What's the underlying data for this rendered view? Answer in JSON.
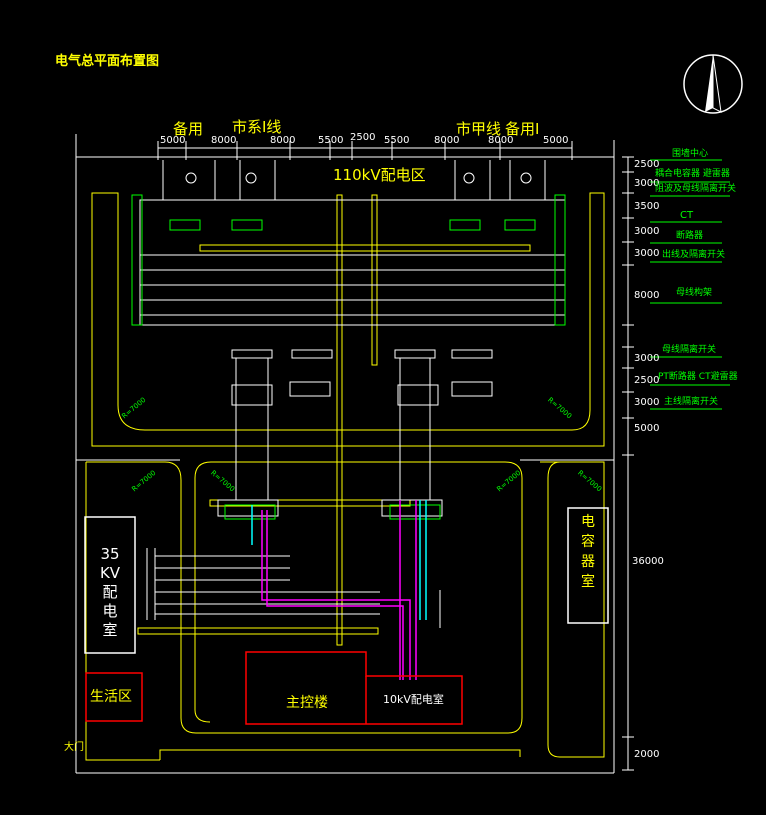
{
  "title": "电气总平面布置图",
  "zone_110kv": "110kV配电区",
  "lines_top": {
    "spare_left": "备用",
    "municipal_line_1": "市系Ⅰ线",
    "municipal_line_2": "市甲线",
    "spare_right": "备用Ⅰ"
  },
  "top_dimensions": [
    "5000",
    "8000",
    "8000",
    "5500",
    "2500",
    "5500",
    "8000",
    "8000",
    "5000"
  ],
  "right_dimensions": [
    "2500",
    "3000",
    "3500",
    "3000",
    "3000",
    "8000",
    "3000",
    "2500",
    "3000",
    "5000",
    "36000",
    "2000"
  ],
  "right_legend": [
    "围墙中心",
    "耦合电容器 避雷器",
    "阻波及母线隔离开关",
    "CT",
    "断路器",
    "出线及隔离开关",
    "母线构架",
    "母线隔离开关",
    "PT断路器 CT避雷器",
    "主线隔离开关"
  ],
  "radius_labels": [
    "R=7000",
    "R=7000",
    "R=7000",
    "R=7000",
    "R=7000",
    "R=7000"
  ],
  "room_35kv": [
    "35",
    "KV",
    "配",
    "电",
    "室"
  ],
  "room_capacitor": [
    "电",
    "容",
    "器",
    "室"
  ],
  "living_area": "生活区",
  "main_control": "主控楼",
  "room_10kv": "10kV配电室",
  "gate": "大门",
  "colors": {
    "background": "#000000",
    "road": "#ffff00",
    "wall": "#ffffff",
    "legend": "#00ff00",
    "room": "#ff0000",
    "cable_magenta": "#ff00ff",
    "cable_cyan": "#00ffff"
  }
}
